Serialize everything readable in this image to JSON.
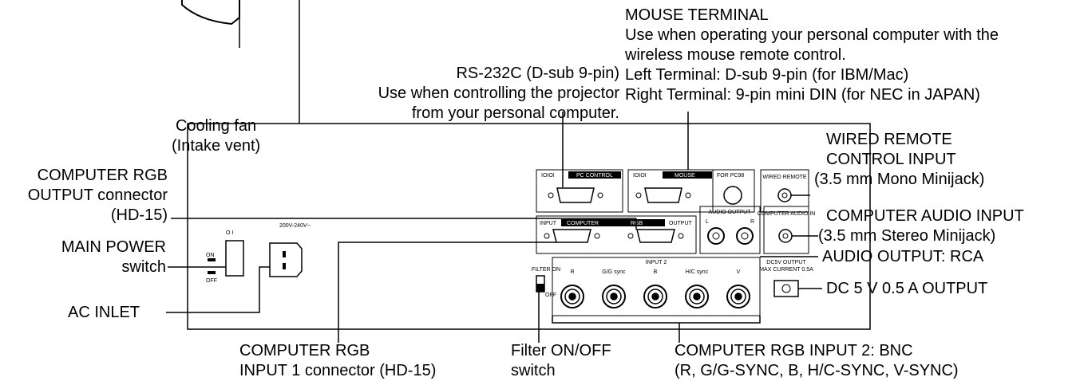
{
  "labels": {
    "cooling_fan": [
      "Cooling fan",
      "(Intake vent)"
    ],
    "rs232c": [
      "RS-232C (D-sub 9-pin)",
      "Use when controlling the projector",
      "from your personal computer."
    ],
    "mouse_terminal": [
      "MOUSE TERMINAL",
      "Use when operating your personal computer with the",
      "wireless mouse remote control.",
      "Left Terminal: D-sub 9-pin (for IBM/Mac)",
      "Right Terminal: 9-pin mini DIN (for NEC in JAPAN)"
    ],
    "wired_remote": [
      "WIRED REMOTE",
      "CONTROL INPUT",
      "(3.5 mm Mono Minijack)"
    ],
    "computer_rgb_output": [
      "COMPUTER RGB",
      "OUTPUT connector",
      "(HD-15)"
    ],
    "computer_audio_input": [
      "COMPUTER AUDIO INPUT",
      "(3.5 mm Stereo Minijack)"
    ],
    "main_power": [
      "MAIN POWER",
      "switch"
    ],
    "audio_output": "AUDIO OUTPUT: RCA",
    "dc_output": "DC 5 V 0.5 A OUTPUT",
    "ac_inlet": "AC INLET",
    "computer_rgb_input1": [
      "COMPUTER RGB",
      "INPUT 1 connector (HD-15)"
    ],
    "filter_switch": [
      "Filter ON/OFF",
      "switch"
    ],
    "computer_rgb_input2": [
      "COMPUTER RGB INPUT 2: BNC",
      "(R, G/G-SYNC, B, H/C-SYNC, V-SYNC)"
    ]
  },
  "panel": {
    "voltage": "200V-240V~",
    "power_mark": "O I",
    "switch_on": "ON",
    "switch_off": "OFF",
    "filter_on": "FILTER ON",
    "filter_off": "OFF",
    "pc_control": "PC CONTROL",
    "io_symbol": "IOIOI",
    "mouse": "MOUSE",
    "for_pc98": "FOR PC98",
    "wired_remote": "WIRED REMOTE",
    "input": "INPUT",
    "computer": "COMPUTER",
    "rgb": "RGB",
    "output": "OUTPUT",
    "audio_output": "AUDIO OUTPUT",
    "audio_l": "L",
    "audio_r": "R",
    "computer_audio_in": "COMPUTER AUDIO IN",
    "input2": "INPUT 2",
    "dc5v_output": "DC5V OUTPUT",
    "max_current": "MAX CURRENT 0.5A",
    "bnc_labels": [
      "R",
      "G/G sync",
      "B",
      "H/C sync",
      "V"
    ]
  }
}
